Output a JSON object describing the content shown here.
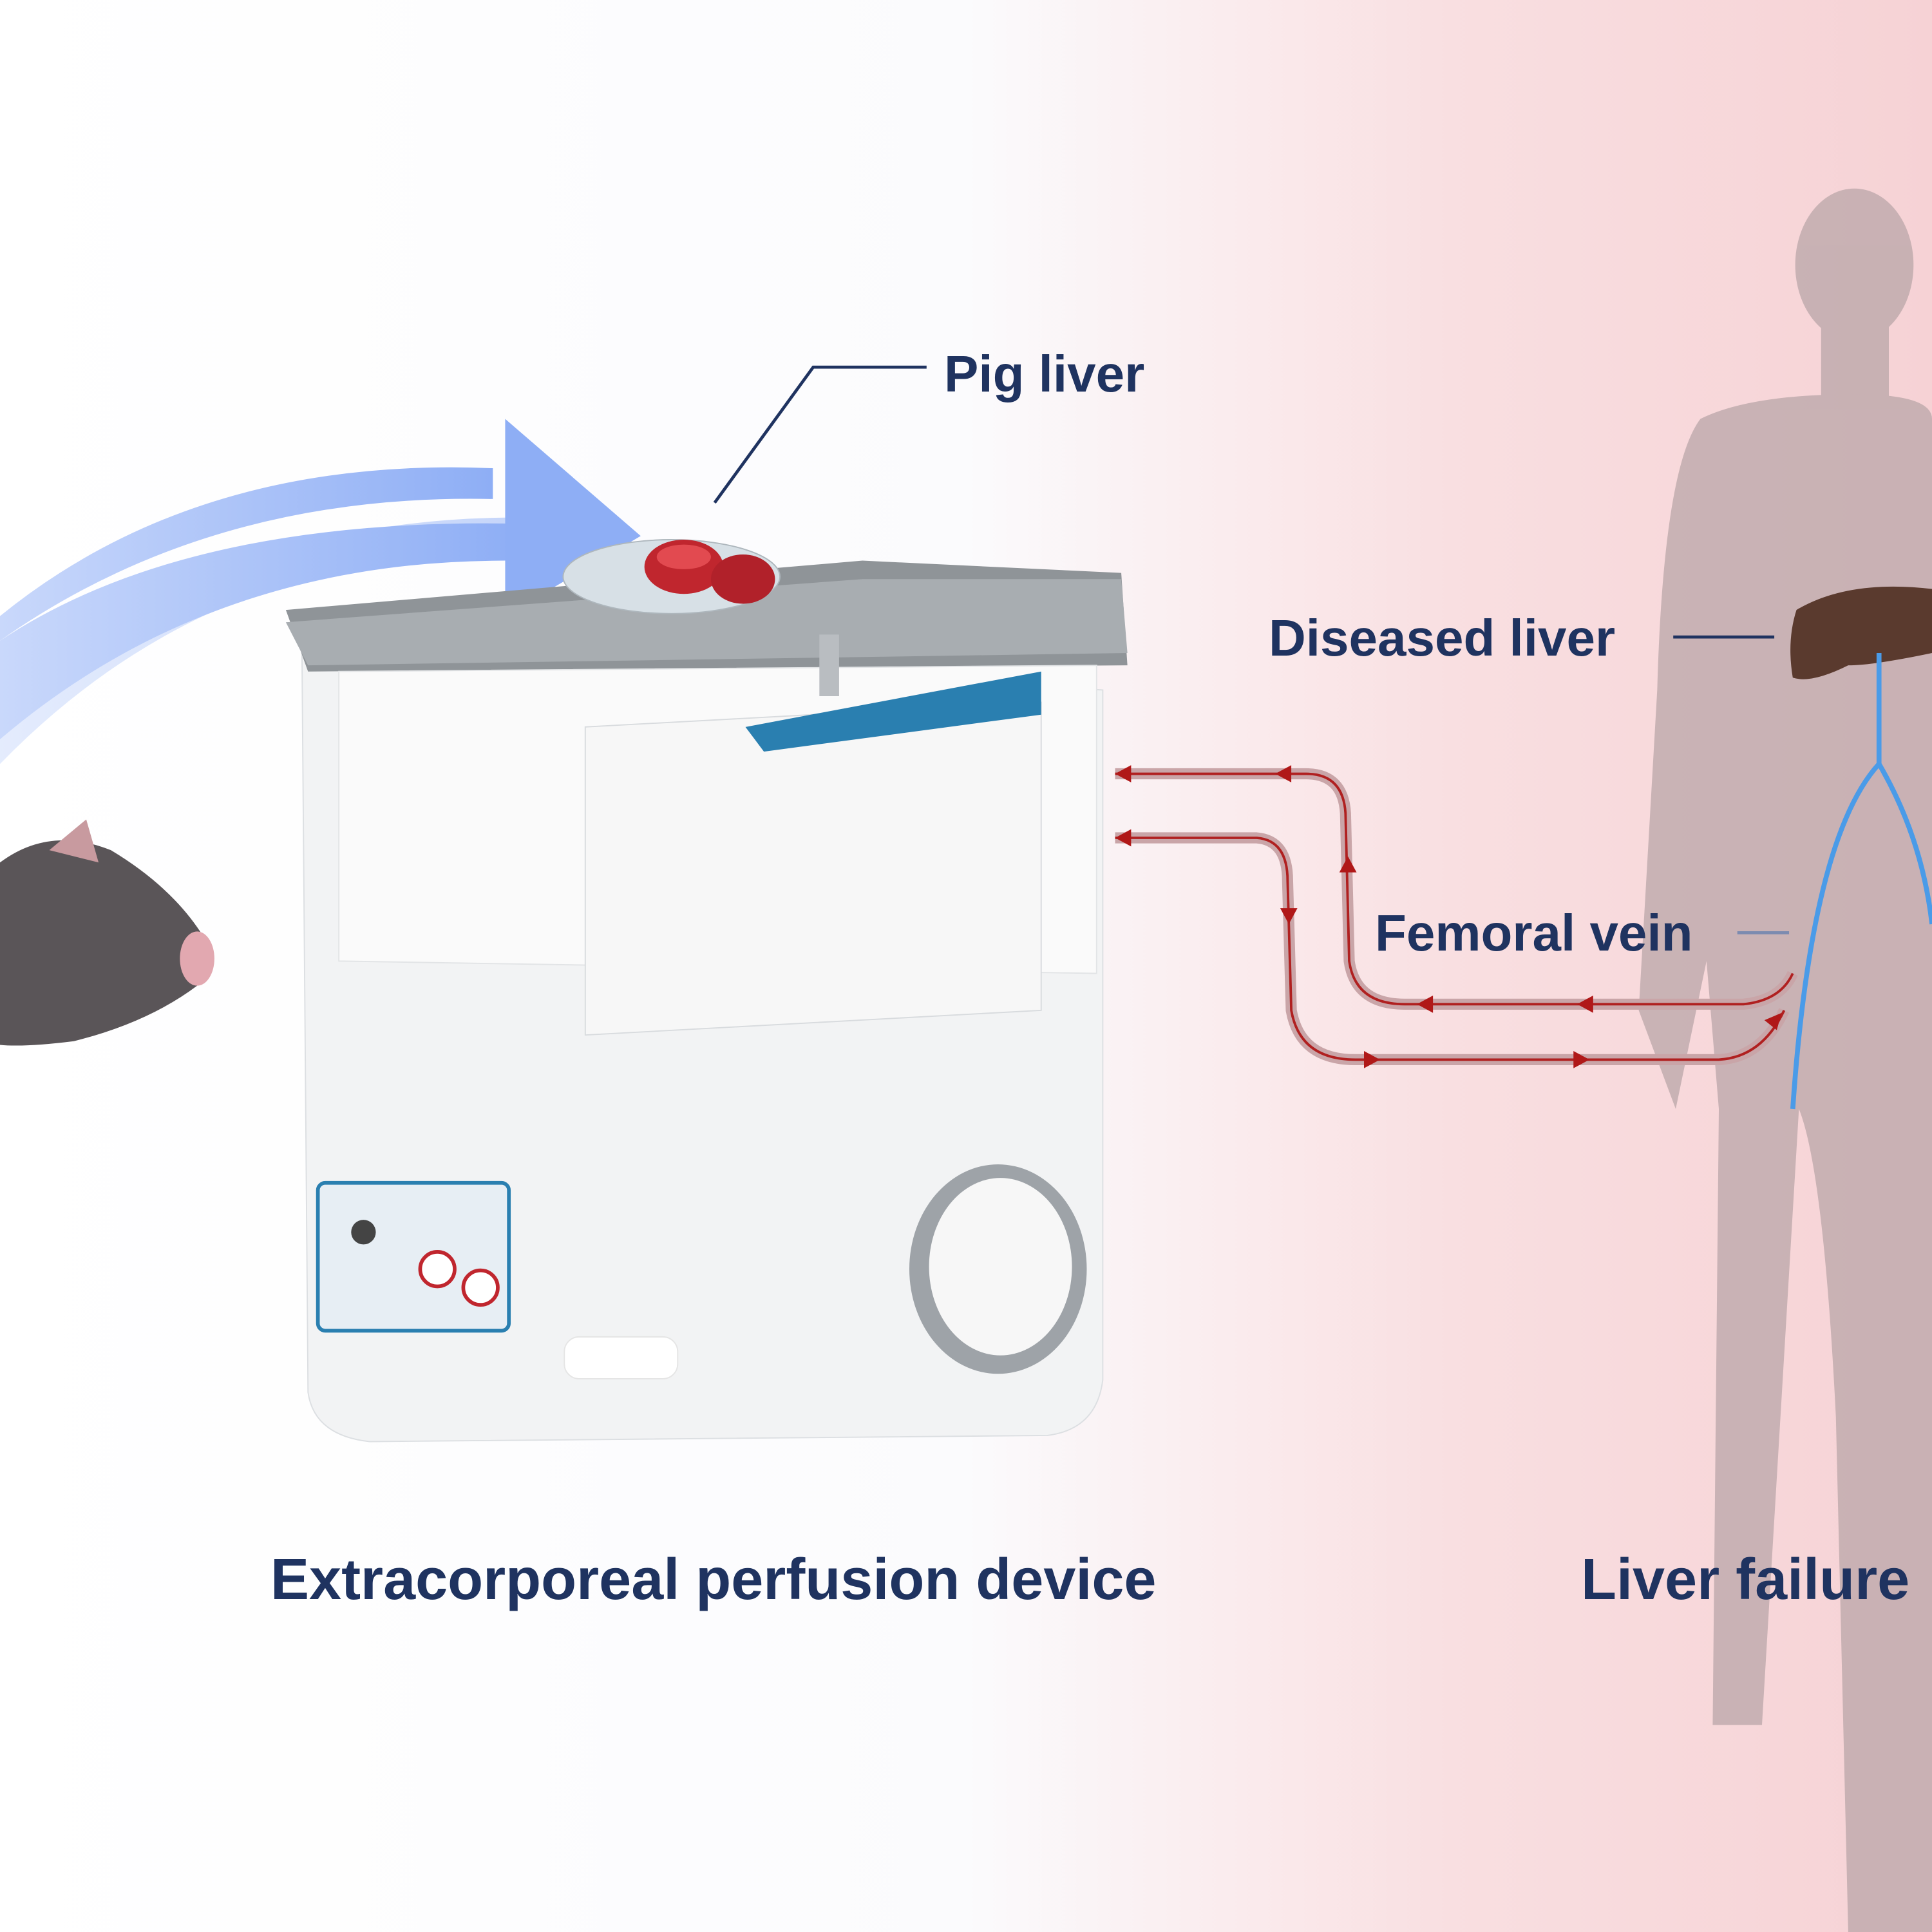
{
  "labels": {
    "pig_liver": "Pig liver",
    "diseased_liver": "Diseased liver",
    "femoral_vein": "Femoral vein",
    "device": "Extracorporeal perfusion device",
    "patient": "Liver failure"
  },
  "colors": {
    "text": "#1f3360",
    "arrow": "#9fb9f7",
    "tube": "#b02020",
    "vein": "#4a9be8",
    "liver": "#5a3a2e",
    "device_accent": "#2a7fb0"
  }
}
